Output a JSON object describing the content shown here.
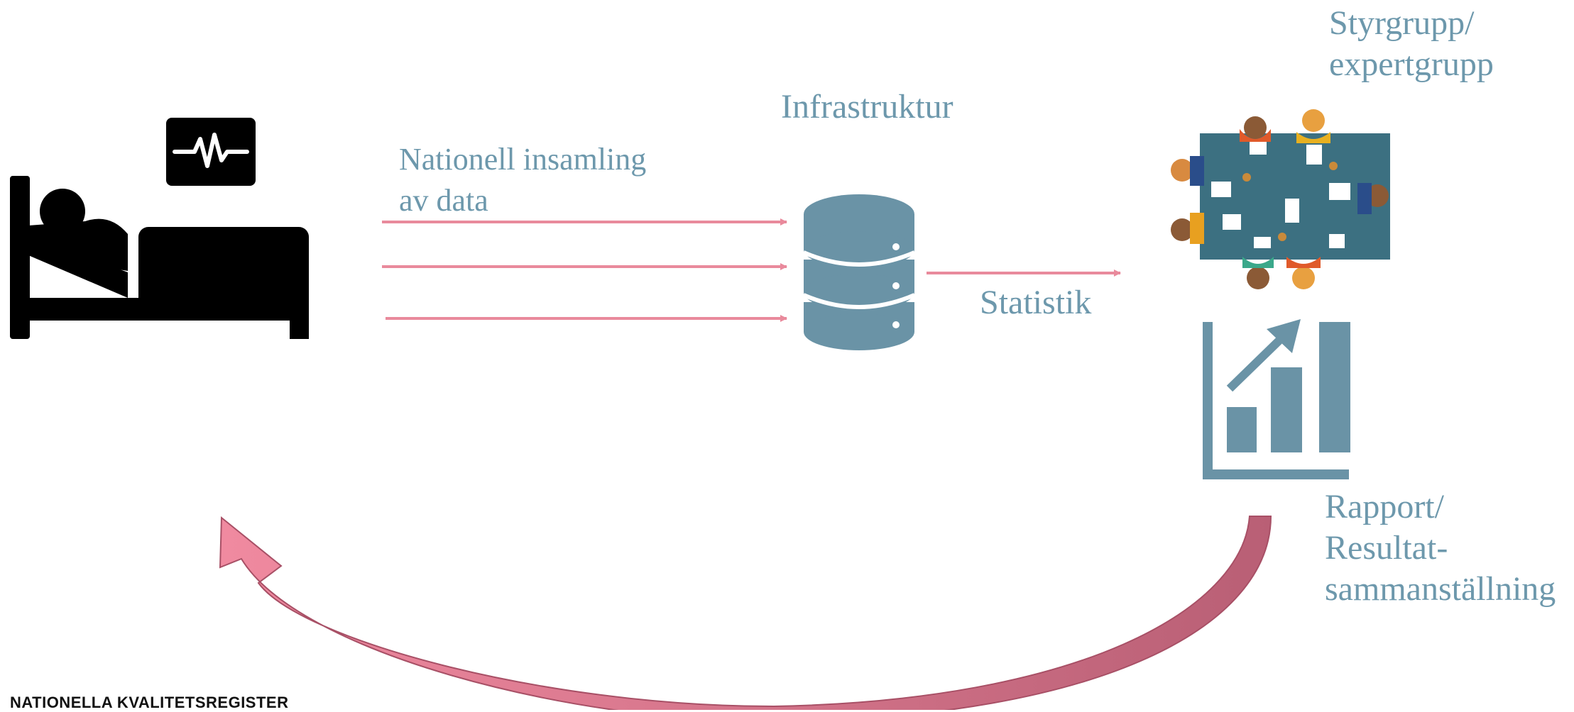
{
  "colors": {
    "text": "#6d98ac",
    "db": "#6a93a6",
    "chart": "#6a93a6",
    "flow_arrow": "#e98a9c",
    "return_arrow_dark": "#b95f75",
    "return_arrow_light": "#f08aa0",
    "table": "#3c7081"
  },
  "icons": {
    "patient": "hospital-bed-patient-icon",
    "monitor": "heart-monitor-icon",
    "database": "database-icon",
    "meeting": "meeting-table-icon",
    "chart": "bar-chart-growth-icon"
  },
  "labels": {
    "styrgrupp_line1": "Styrgrupp/",
    "styrgrupp_line2": "expertgrupp",
    "infrastruktur": "Infrastruktur",
    "nationell_line1": "Nationell insamling",
    "nationell_line2": "av data",
    "statistik": "Statistik",
    "rapport_line1": "Rapport/",
    "rapport_line2": "Resultat-",
    "rapport_line3": "sammanställning"
  },
  "brand": "NATIONELLA KVALITETSREGISTER"
}
